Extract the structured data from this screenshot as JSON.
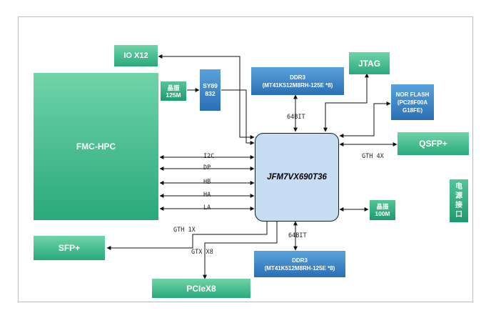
{
  "blocks": {
    "io": "IO X12",
    "jtag": "JTAG",
    "fmc": "FMC-HPC",
    "osc125_line1": "晶振",
    "osc125_line2": "125M",
    "sy_line1": "SY89",
    "sy_line2": "832",
    "ddr3_top_line1": "DDR3",
    "ddr3_top_line2": "(MT41K512M8RH-125E *8)",
    "nor_line1": "NOR FLASH",
    "nor_line2": "(PC28F00A",
    "nor_line3": "G18FE)",
    "qsfp": "QSFP+",
    "fpga": "JFM7VX690T36",
    "power_line1": "电",
    "power_line2": "源",
    "power_line3": "接",
    "power_line4": "口",
    "osc100_line1": "晶振",
    "osc100_line2": "100M",
    "sfp": "SFP+",
    "ddr3_bot_line1": "DDR3",
    "ddr3_bot_line2": "(MT41K512M8RH-125E *8)",
    "pcie": "PCIeX8"
  },
  "labels": {
    "bit64_top": "64BIT",
    "bit64_bot": "64BIT",
    "gth4x": "GTH 4X",
    "i2c": "I2C",
    "dp": "DP",
    "hb": "HB",
    "ha": "HA",
    "la": "LA",
    "gth1x": "GTH 1X",
    "gtx8": "GTX X8"
  }
}
